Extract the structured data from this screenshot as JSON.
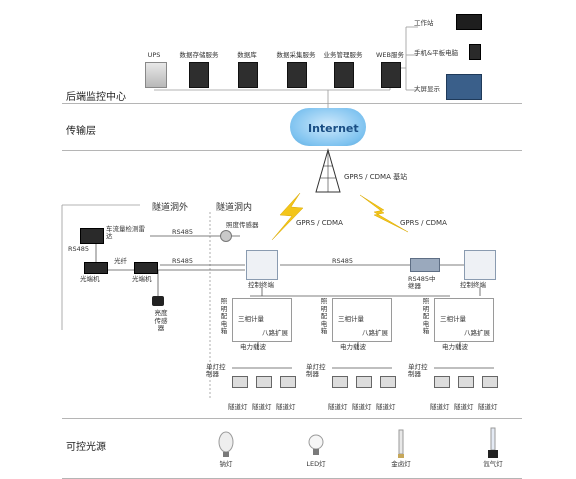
{
  "layers": {
    "backend": "后端监控中心",
    "transport": "传输层",
    "light_source": "可控光源"
  },
  "backend": {
    "servers": [
      "UPS",
      "数据存储服务",
      "数据库",
      "数据采集服务",
      "业务管理服务",
      "WEB服务"
    ],
    "clients": [
      "工作站",
      "手机&平板电脑",
      "大屏显示"
    ]
  },
  "transport": {
    "internet": "Internet",
    "base_station": "GPRS / CDMA 基站"
  },
  "tunnel": {
    "outside": "隧道洞外",
    "inside": "隧道洞内",
    "gprs_left": "GPRS / CDMA",
    "gprs_right": "GPRS / CDMA",
    "radar": "车流量检测雷达",
    "fiber": "光纤",
    "optical_terminal_1": "光端机",
    "optical_terminal_2": "光端机",
    "rs485_left": "RS485",
    "rs485_upper": "RS485",
    "rs485_lower": "RS485",
    "rs485_main": "RS485",
    "rs485_repeater": "RS485中继器",
    "illuminance_sensor": "照度传感器",
    "brightness_sensor": "亮度传感器",
    "control_terminal_1": "控制终端",
    "control_terminal_2": "控制终端",
    "lighting_box": "照明配电箱",
    "three_phase_meter": "三相计量",
    "eight_way": "八路扩展",
    "plc": "电力载波",
    "single_lamp_ctrl": "单灯控制器",
    "tunnel_lamp": "隧道灯"
  },
  "light_sources": [
    "钠灯",
    "LED灯",
    "金卤灯",
    "氙气灯"
  ]
}
